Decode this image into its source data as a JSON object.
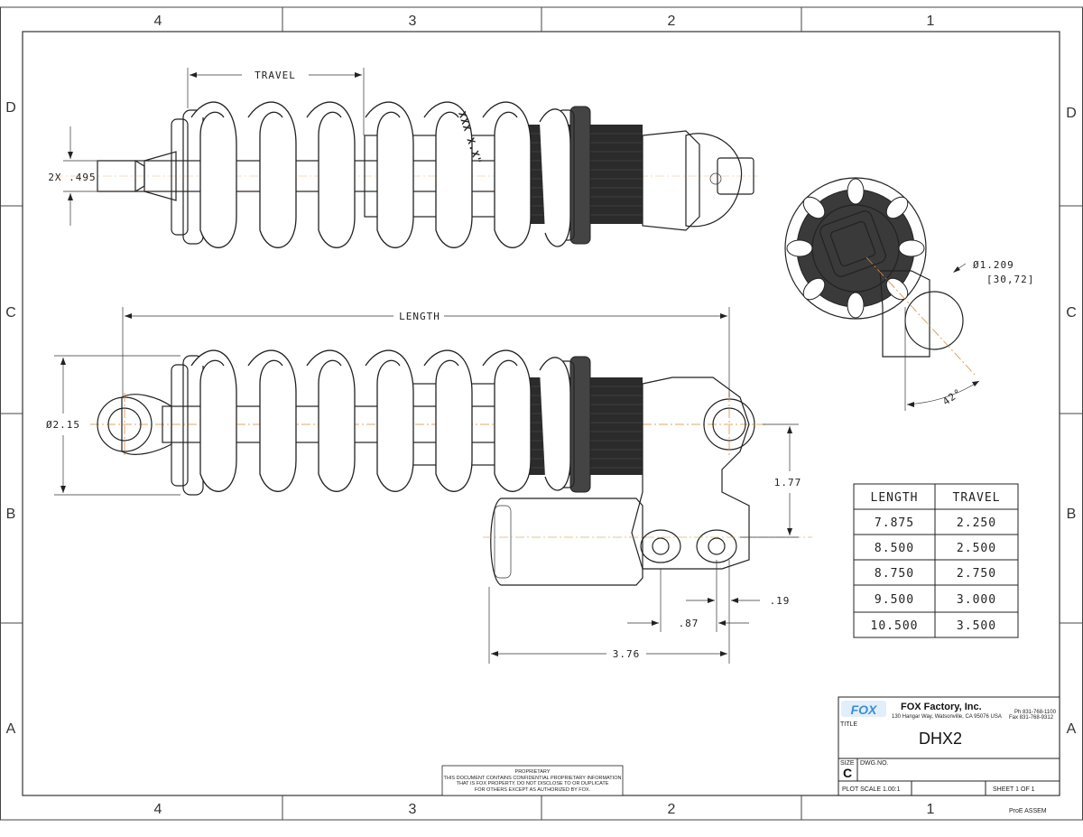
{
  "zones": {
    "columns": [
      "4",
      "3",
      "2",
      "1"
    ],
    "rows": [
      "D",
      "C",
      "B",
      "A"
    ]
  },
  "dimensions": {
    "travel": "TRAVEL",
    "length": "LENGTH",
    "mount_dia": "2X .495",
    "eye_dia": "Ø2.15",
    "reservoir_dia": "Ø1.209",
    "reservoir_dia_mm": "[30,72]",
    "angle": "42°",
    "height": "1.77",
    "offset_a": ".19",
    "offset_b": ".87",
    "offset_c": "3.76",
    "spring_marking": "XXX X.X\""
  },
  "table": {
    "headers": [
      "LENGTH",
      "TRAVEL"
    ],
    "rows": [
      [
        "7.875",
        "2.250"
      ],
      [
        "8.500",
        "2.500"
      ],
      [
        "8.750",
        "2.750"
      ],
      [
        "9.500",
        "3.000"
      ],
      [
        "10.500",
        "3.500"
      ]
    ]
  },
  "title_block": {
    "logo": "FOX",
    "company": "FOX Factory, Inc.",
    "address": "130 Hangar Way, Watsonville, CA 95076 USA",
    "phone": "Ph 831-768-1100",
    "fax": "Fax 831-768-9312",
    "title_label": "TITLE",
    "title": "DHX2",
    "size_label": "SIZE",
    "size": "C",
    "dwg_no_label": "DWG.NO.",
    "plot_scale": "PLOT SCALE 1.00:1",
    "sheet": "SHEET 1 OF 1",
    "assem": "ProE ASSEM"
  },
  "proprietary": {
    "line1": "PROPRIETARY",
    "line2": "THIS DOCUMENT CONTAINS CONFIDENTIAL PROPRIETARY INFORMATION",
    "line3": "THAT IS FOX PROPERTY. DO NOT DISCLOSE TO OR DUPLICATE",
    "line4": "FOR OTHERS EXCEPT AS AUTHORIZED BY FOX."
  },
  "colors": {
    "logo_blue": "#3b8ed8",
    "centerline": "#d98a3a"
  }
}
